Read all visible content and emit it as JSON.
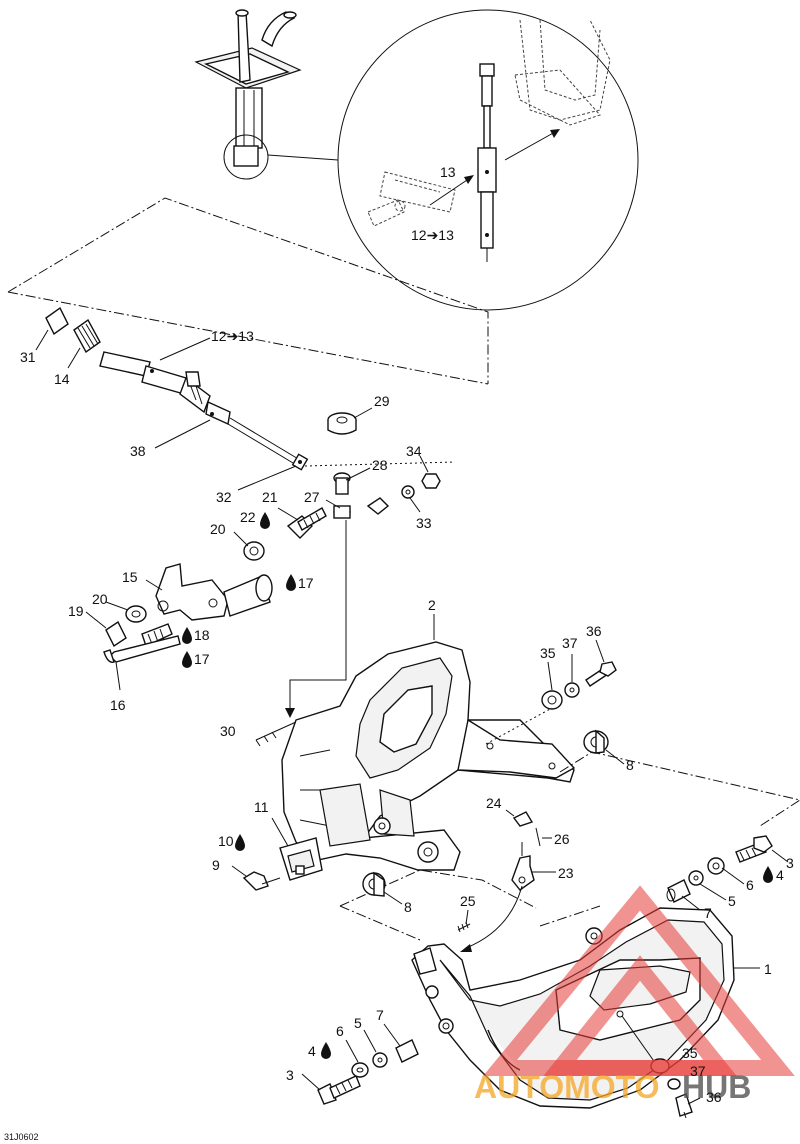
{
  "figure_code": "31J0602",
  "labels": {
    "l1": "1",
    "l2": "2",
    "l3a": "3",
    "l3b": "3",
    "l4a": "4",
    "l4b": "4",
    "l5a": "5",
    "l5b": "5",
    "l6a": "6",
    "l6b": "6",
    "l7a": "7",
    "l7b": "7",
    "l8a": "8",
    "l8b": "8",
    "l9": "9",
    "l10": "10",
    "l11": "11",
    "l12a": "12➔13",
    "l12b": "12➔13",
    "l13": "13",
    "l14": "14",
    "l15": "15",
    "l16": "16",
    "l17a": "17",
    "l17b": "17",
    "l18": "18",
    "l19": "19",
    "l20a": "20",
    "l20b": "20",
    "l21": "21",
    "l22": "22",
    "l23": "23",
    "l24": "24",
    "l25": "25",
    "l26": "26",
    "l27": "27",
    "l28": "28",
    "l29": "29",
    "l30": "30",
    "l31": "31",
    "l32": "32",
    "l33": "33",
    "l34": "34",
    "l35a": "35",
    "l35b": "35",
    "l36a": "36",
    "l36b": "36",
    "l37a": "37",
    "l37b": "37",
    "l38": "38"
  },
  "watermark": {
    "brand_part1": "AUTOMOTO",
    "brand_part2": "HUB",
    "colors": {
      "triangle": "#e63a35",
      "auto": "#f5a623",
      "hub": "#555555"
    }
  },
  "icons": {
    "lubricant": "drop-icon"
  }
}
